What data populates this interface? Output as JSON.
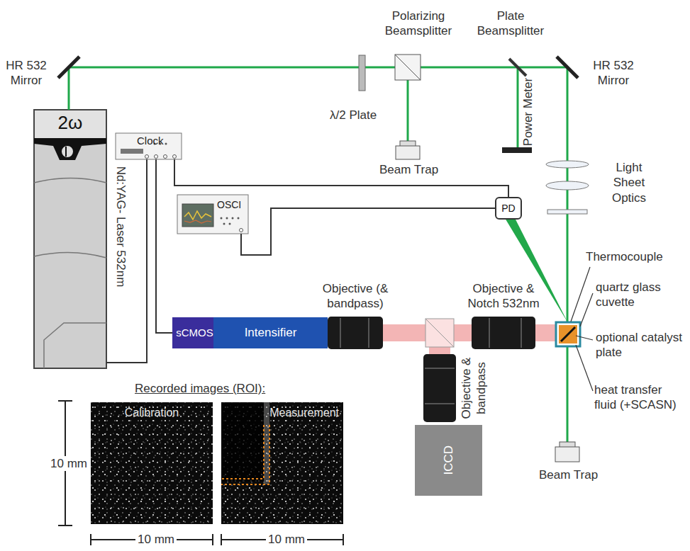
{
  "diagram": {
    "nodes": [
      {
        "text": [
          "2ω"
        ]
      },
      {
        "text": [
          "Clock"
        ]
      },
      {
        "text": [
          "OSCI"
        ]
      },
      {
        "text": [
          "PD"
        ]
      },
      {
        "text": [
          "sCMOS"
        ]
      },
      {
        "text": [
          "Intensifier"
        ]
      },
      {
        "text": [
          "ICCD"
        ]
      },
      {
        "text": [
          "Calibration"
        ]
      },
      {
        "text": [
          "Measurement"
        ]
      }
    ],
    "edges": [
      {
        "from": 1,
        "to": 0,
        "arrow": "none"
      },
      {
        "from": 1,
        "to": 4,
        "arrow": "none"
      },
      {
        "from": 1,
        "to": 3,
        "arrow": "none"
      },
      {
        "from": 2,
        "to": 3,
        "arrow": "none"
      }
    ],
    "labels": [
      "HR 532 Mirror",
      "Polarizing Beamsplitter",
      "Plate Beamsplitter",
      "HR 532 Mirror",
      "λ/2 Plate",
      "Beam Trap",
      "Power Meter",
      "Light Sheet Optics",
      "Thermocouple",
      "quartz glass cuvette",
      "optional catalyst plate",
      "heat transfer fluid (+SCASN)",
      "Beam Trap",
      "Objective (& bandpass)",
      "Objective & Notch 532nm",
      "Objective & bandpass",
      "Nd:YAG- Laser 532nm",
      "Recorded images (ROI):",
      "10 mm",
      "10 mm",
      "10 mm"
    ]
  }
}
